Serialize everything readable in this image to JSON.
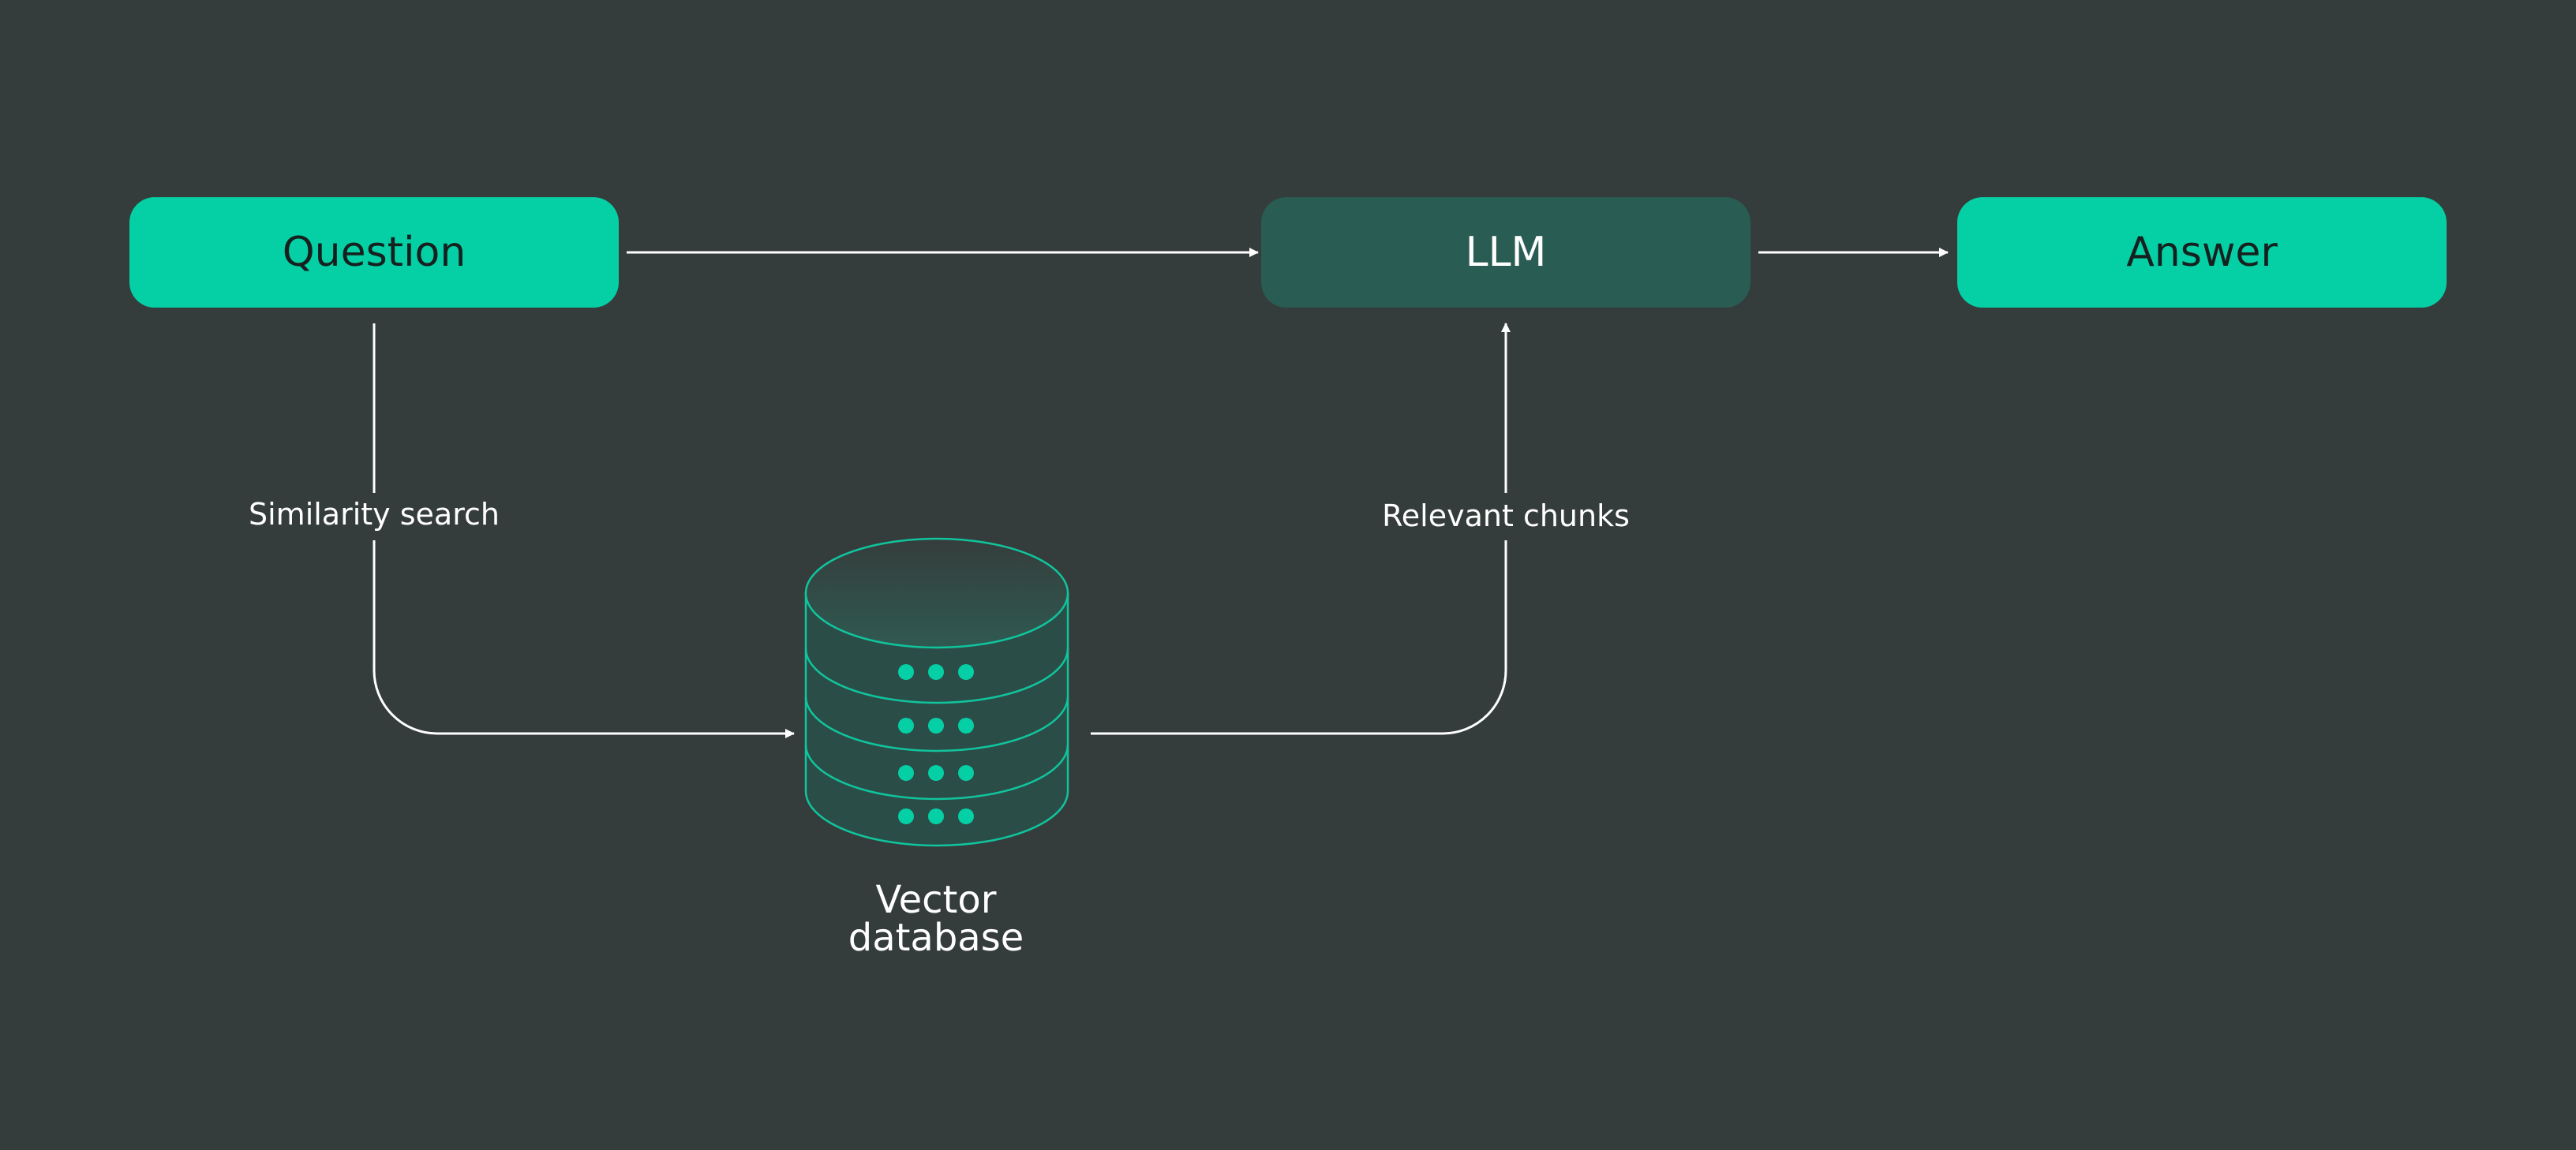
{
  "colors": {
    "background": "#353d3c",
    "accent": "#05cfa5",
    "llm_fill": "#295c52",
    "line": "#ffffff",
    "db_stroke": "#10c49d",
    "db_fill": "#2b4d47",
    "dark_text": "#16211f",
    "light_text": "#ffffff"
  },
  "nodes": {
    "question": {
      "label": "Question"
    },
    "llm": {
      "label": "LLM"
    },
    "answer": {
      "label": "Answer"
    },
    "vector_db": {
      "label_line1": "Vector",
      "label_line2": "database",
      "icon": "database-icon"
    }
  },
  "edges": {
    "similarity_search": {
      "label": "Similarity search"
    },
    "relevant_chunks": {
      "label": "Relevant chunks"
    }
  }
}
